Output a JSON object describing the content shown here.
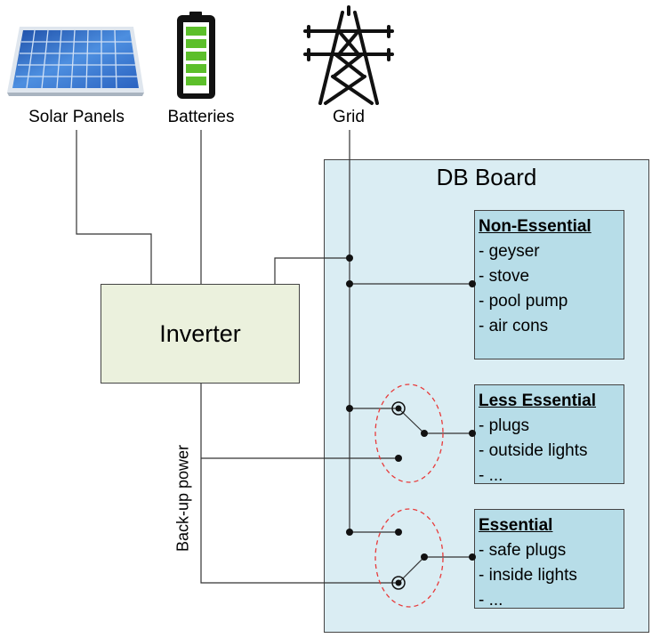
{
  "sources": {
    "solar": "Solar Panels",
    "batteries": "Batteries",
    "grid": "Grid"
  },
  "icons": {
    "solar": "solar-panel-icon",
    "batteries": "battery-icon",
    "grid": "power-pylon-icon"
  },
  "colors": {
    "db_board": "#daedf3",
    "inverter": "#ebf1dd",
    "category": "#b7dde8",
    "battery_cell": "#5cbf2a",
    "switch_highlight": "#e83a3a"
  },
  "inverter": {
    "label": "Inverter"
  },
  "backup_label": "Back-up power",
  "db_board": {
    "title": "DB Board"
  },
  "categories": [
    {
      "title": "Non-Essential",
      "items": [
        "- geyser",
        "- stove",
        "- pool pump",
        "- air cons"
      ]
    },
    {
      "title": "Less Essential",
      "items": [
        "- plugs",
        "- outside lights",
        "- ..."
      ]
    },
    {
      "title": "Essential",
      "items": [
        "- safe plugs",
        "- inside lights",
        "- ..."
      ]
    }
  ]
}
